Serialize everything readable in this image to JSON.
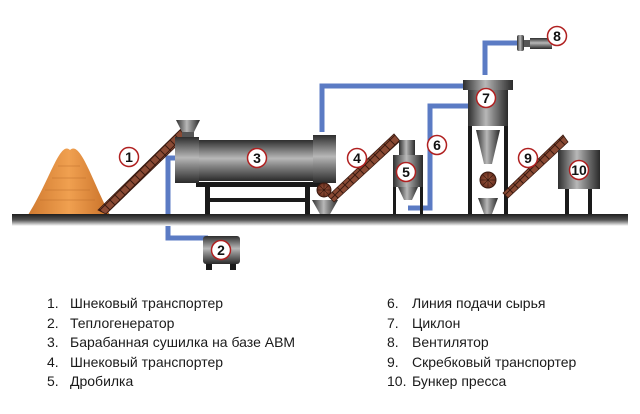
{
  "diagram": {
    "colors": {
      "pipe": "#5b7bc4",
      "metal_dark": "#3a3a3a",
      "metal_light": "#c8c8c8",
      "conveyor": "#8a4a34",
      "sawdust": "#e0904a",
      "ground": "#222222"
    },
    "badges": [
      {
        "id": 1,
        "label": "1"
      },
      {
        "id": 2,
        "label": "2"
      },
      {
        "id": 3,
        "label": "3"
      },
      {
        "id": 4,
        "label": "4"
      },
      {
        "id": 5,
        "label": "5"
      },
      {
        "id": 6,
        "label": "6"
      },
      {
        "id": 7,
        "label": "7"
      },
      {
        "id": 8,
        "label": "8"
      },
      {
        "id": 9,
        "label": "9"
      },
      {
        "id": 10,
        "label": "10"
      }
    ]
  },
  "legend": {
    "left": [
      {
        "num": "1.",
        "text": "Шнековый транспортер"
      },
      {
        "num": "2.",
        "text": "Теплогенератор"
      },
      {
        "num": "3.",
        "text": "Барабанная сушилка на базе АВМ"
      },
      {
        "num": "4.",
        "text": "Шнековый транспортер"
      },
      {
        "num": "5.",
        "text": "Дробилка"
      }
    ],
    "right": [
      {
        "num": "6.",
        "text": "Линия подачи сырья"
      },
      {
        "num": "7.",
        "text": "Циклон"
      },
      {
        "num": "8.",
        "text": "Вентилятор"
      },
      {
        "num": "9.",
        "text": "Скребковый транспортер"
      },
      {
        "num": "10.",
        "text": "Бункер пресса"
      }
    ]
  }
}
